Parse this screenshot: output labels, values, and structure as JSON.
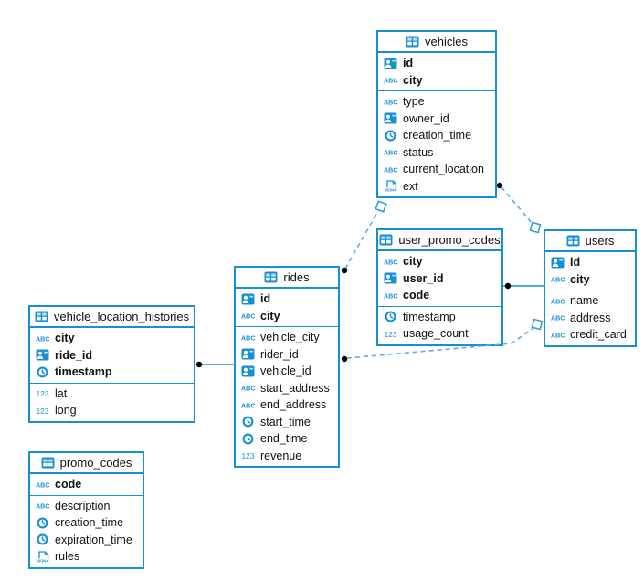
{
  "colors": {
    "accent": "#1790d2",
    "solid_line": "#1790d2",
    "dashed_line": "#5caede",
    "endpoint_dot": "#000000",
    "endpoint_square_fill": "#ffffff"
  },
  "icon_glyphs": {
    "text": "ABC",
    "number": "123",
    "json": "JSON"
  },
  "tables": [
    {
      "name": "vehicles",
      "columns": [
        {
          "label": "id",
          "type": "uuid",
          "pk": true
        },
        {
          "label": "city",
          "type": "text",
          "pk": true
        },
        {
          "label": "type",
          "type": "text",
          "pk": false
        },
        {
          "label": "owner_id",
          "type": "uuid",
          "pk": false
        },
        {
          "label": "creation_time",
          "type": "timestamp",
          "pk": false
        },
        {
          "label": "status",
          "type": "text",
          "pk": false
        },
        {
          "label": "current_location",
          "type": "text",
          "pk": false
        },
        {
          "label": "ext",
          "type": "json",
          "pk": false
        }
      ]
    },
    {
      "name": "user_promo_codes",
      "columns": [
        {
          "label": "city",
          "type": "text",
          "pk": true
        },
        {
          "label": "user_id",
          "type": "uuid",
          "pk": true
        },
        {
          "label": "code",
          "type": "text",
          "pk": true
        },
        {
          "label": "timestamp",
          "type": "timestamp",
          "pk": false
        },
        {
          "label": "usage_count",
          "type": "number",
          "pk": false
        }
      ]
    },
    {
      "name": "users",
      "columns": [
        {
          "label": "id",
          "type": "uuid",
          "pk": true
        },
        {
          "label": "city",
          "type": "text",
          "pk": true
        },
        {
          "label": "name",
          "type": "text",
          "pk": false
        },
        {
          "label": "address",
          "type": "text",
          "pk": false
        },
        {
          "label": "credit_card",
          "type": "text",
          "pk": false
        }
      ]
    },
    {
      "name": "rides",
      "columns": [
        {
          "label": "id",
          "type": "uuid",
          "pk": true
        },
        {
          "label": "city",
          "type": "text",
          "pk": true
        },
        {
          "label": "vehicle_city",
          "type": "text",
          "pk": false
        },
        {
          "label": "rider_id",
          "type": "uuid",
          "pk": false
        },
        {
          "label": "vehicle_id",
          "type": "uuid",
          "pk": false
        },
        {
          "label": "start_address",
          "type": "text",
          "pk": false
        },
        {
          "label": "end_address",
          "type": "text",
          "pk": false
        },
        {
          "label": "start_time",
          "type": "timestamp",
          "pk": false
        },
        {
          "label": "end_time",
          "type": "timestamp",
          "pk": false
        },
        {
          "label": "revenue",
          "type": "number",
          "pk": false
        }
      ]
    },
    {
      "name": "vehicle_location_histories",
      "columns": [
        {
          "label": "city",
          "type": "text",
          "pk": true
        },
        {
          "label": "ride_id",
          "type": "uuid",
          "pk": true
        },
        {
          "label": "timestamp",
          "type": "timestamp",
          "pk": true
        },
        {
          "label": "lat",
          "type": "number",
          "pk": false
        },
        {
          "label": "long",
          "type": "number",
          "pk": false
        }
      ]
    },
    {
      "name": "promo_codes",
      "columns": [
        {
          "label": "code",
          "type": "text",
          "pk": true
        },
        {
          "label": "description",
          "type": "text",
          "pk": false
        },
        {
          "label": "creation_time",
          "type": "timestamp",
          "pk": false
        },
        {
          "label": "expiration_time",
          "type": "timestamp",
          "pk": false
        },
        {
          "label": "rules",
          "type": "json",
          "pk": false
        }
      ]
    }
  ],
  "relations": [
    {
      "from": "vehicle_location_histories",
      "to": "rides",
      "line": "solid"
    },
    {
      "from": "rides",
      "to": "vehicles",
      "line": "dashed"
    },
    {
      "from": "vehicles",
      "to": "users",
      "line": "dashed"
    },
    {
      "from": "user_promo_codes",
      "to": "users",
      "line": "solid"
    },
    {
      "from": "rides",
      "to": "users",
      "line": "dashed"
    }
  ]
}
